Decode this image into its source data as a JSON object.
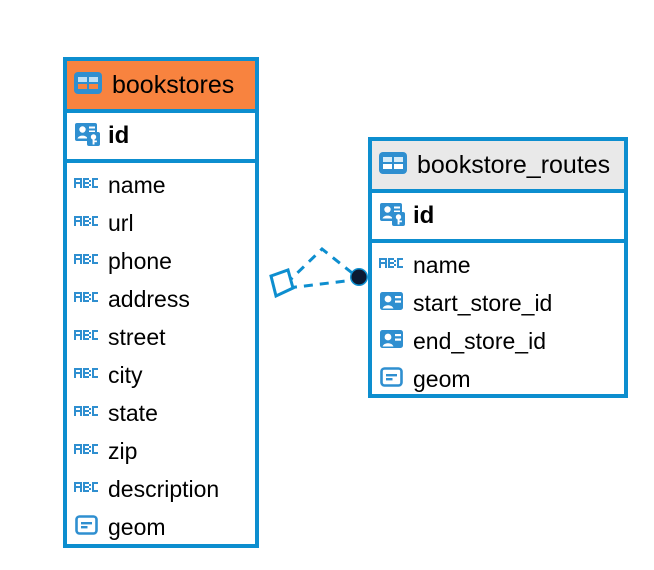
{
  "diagram": {
    "type": "entity-relationship-diagram",
    "colors": {
      "entity_border": "#0d8ecf",
      "header_selected": "#f8833f",
      "header_default": "#e9e9e9",
      "icon_blue": "#2f8fd0",
      "relation_line": "#0d8ecf",
      "relation_endpoint": "#0b1a33",
      "background": "#ffffff",
      "text": "#000000"
    },
    "entities": [
      {
        "id": "bookstores",
        "name": "bookstores",
        "selected": true,
        "table_icon": "table-icon",
        "primary_key": {
          "name": "id",
          "icon": "primary-key-icon",
          "type_class": "key"
        },
        "fields": [
          {
            "name": "name",
            "icon": "text-field-icon",
            "type_class": "text"
          },
          {
            "name": "url",
            "icon": "text-field-icon",
            "type_class": "text"
          },
          {
            "name": "phone",
            "icon": "text-field-icon",
            "type_class": "text"
          },
          {
            "name": "address",
            "icon": "text-field-icon",
            "type_class": "text"
          },
          {
            "name": "street",
            "icon": "text-field-icon",
            "type_class": "text"
          },
          {
            "name": "city",
            "icon": "text-field-icon",
            "type_class": "text"
          },
          {
            "name": "state",
            "icon": "text-field-icon",
            "type_class": "text"
          },
          {
            "name": "zip",
            "icon": "text-field-icon",
            "type_class": "text"
          },
          {
            "name": "description",
            "icon": "text-field-icon",
            "type_class": "text"
          },
          {
            "name": "geom",
            "icon": "geometry-field-icon",
            "type_class": "geometry"
          }
        ]
      },
      {
        "id": "bookstore_routes",
        "name": "bookstore_routes",
        "selected": false,
        "table_icon": "table-icon",
        "primary_key": {
          "name": "id",
          "icon": "primary-key-icon",
          "type_class": "key"
        },
        "fields": [
          {
            "name": "name",
            "icon": "text-field-icon",
            "type_class": "text"
          },
          {
            "name": "start_store_id",
            "icon": "foreign-key-icon",
            "type_class": "reference"
          },
          {
            "name": "end_store_id",
            "icon": "foreign-key-icon",
            "type_class": "reference"
          },
          {
            "name": "geom",
            "icon": "geometry-field-icon",
            "type_class": "geometry"
          }
        ]
      }
    ],
    "relationship": {
      "from": "bookstores",
      "to": "bookstore_routes",
      "style": "dashed",
      "source_marker": "diamond-marker",
      "target_marker": "filled-circle-marker"
    }
  }
}
